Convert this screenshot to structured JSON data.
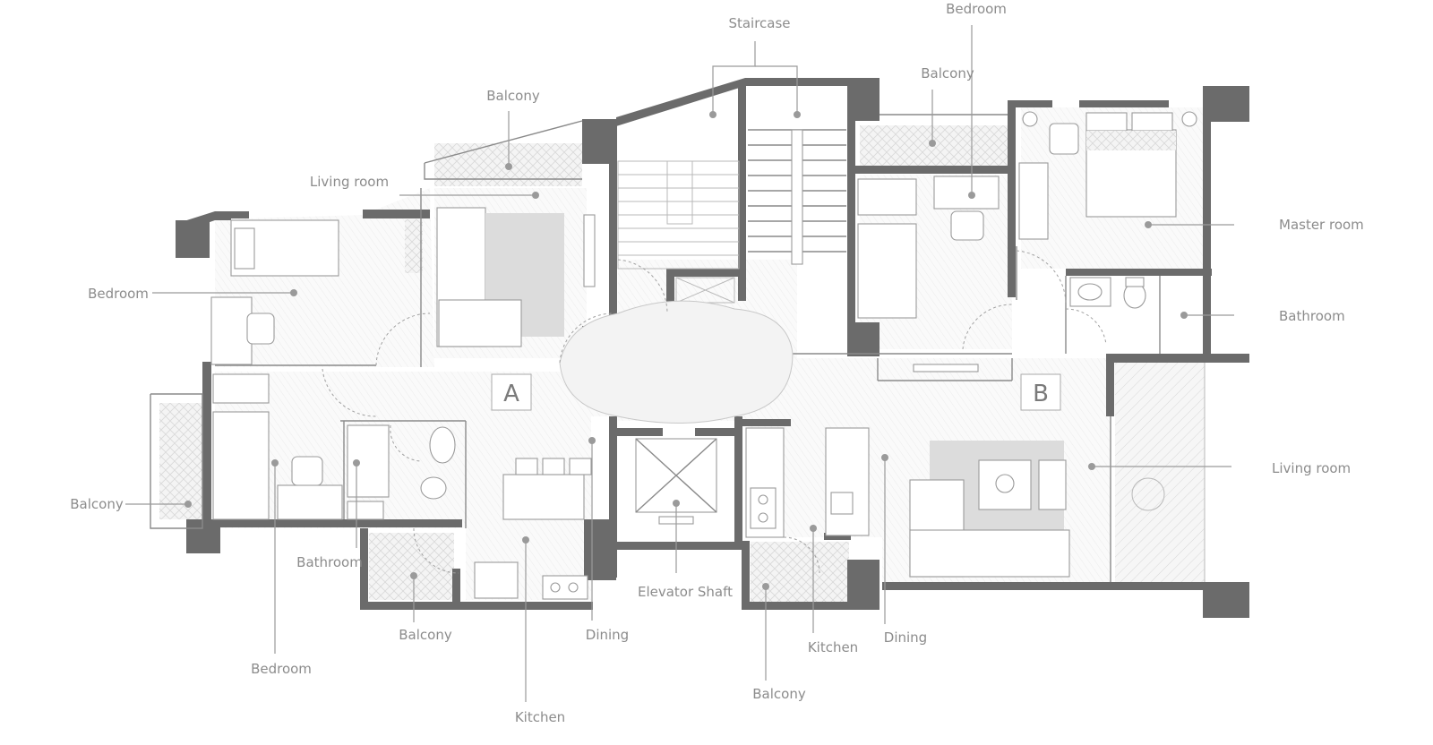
{
  "units": [
    "A",
    "B"
  ],
  "labels": {
    "staircase": "Staircase",
    "bedroom_top": "Bedroom",
    "balcony_top_mid": "Balcony",
    "balcony_top_right": "Balcony",
    "living_room_a": "Living room",
    "bedroom_a_left": "Bedroom",
    "master_room": "Master room",
    "bathroom_b": "Bathroom",
    "living_room_b": "Living room",
    "balcony_a_left": "Balcony",
    "bathroom_a": "Bathroom",
    "elevator_shaft": "Elevator Shaft",
    "balcony_a_bottom": "Balcony",
    "dining_a": "Dining",
    "bedroom_a_bottom": "Bedroom",
    "kitchen_a": "Kitchen",
    "kitchen_b": "Kitchen",
    "dining_b": "Dining",
    "balcony_b_bottom": "Balcony"
  },
  "icons": {
    "callout_dot": "callout-dot-icon",
    "door_swing": "door-swing-icon"
  },
  "colors": {
    "wall": "#6b6b6b",
    "line": "#8a8a8a",
    "label": "#8c8c8c",
    "rug": "#dcdcdc"
  }
}
